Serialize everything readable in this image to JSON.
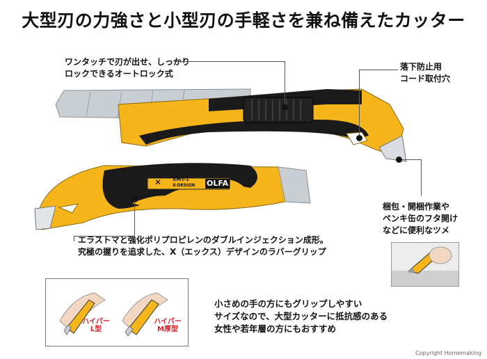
{
  "title": "大型刃の力強さと小型刃の手軽さを兼ね備えたカッター",
  "callouts": {
    "autolock": [
      "ワンタッチで刃が出せ、しっかり",
      "ロックできるオートロック式"
    ],
    "cord_hole": [
      "落下防止用",
      "コード取付穴"
    ],
    "claw": [
      "梱包・開梱作業や",
      "ペンキ缶のフタ開け",
      "などに便利なツメ"
    ],
    "grip": [
      "エラストマと強化ポリプロピレンのダブルインジェクション成形。",
      "究極の握りを追求した、X（エックス）デザインのラバーグリップ"
    ],
    "small_hand": [
      "小さめの手の方にもグリップしやすい",
      "サイズなので、大型カッターに抵抗感のある",
      "女性や若年層の方にもおすすめ"
    ]
  },
  "product": {
    "logo": "OLFA",
    "model": "XMT-1",
    "series": "X-DESIGN"
  },
  "compare": {
    "left_tag": [
      "ハイパー",
      "L型"
    ],
    "right_tag": [
      "ハイパー",
      "M厚型"
    ]
  },
  "copyright": "Copyright Homemaking",
  "colors": {
    "yellow": "#f5b51b",
    "black": "#1a1a1a",
    "blade": "#c9ced3",
    "tag_red": "#d8232a"
  }
}
